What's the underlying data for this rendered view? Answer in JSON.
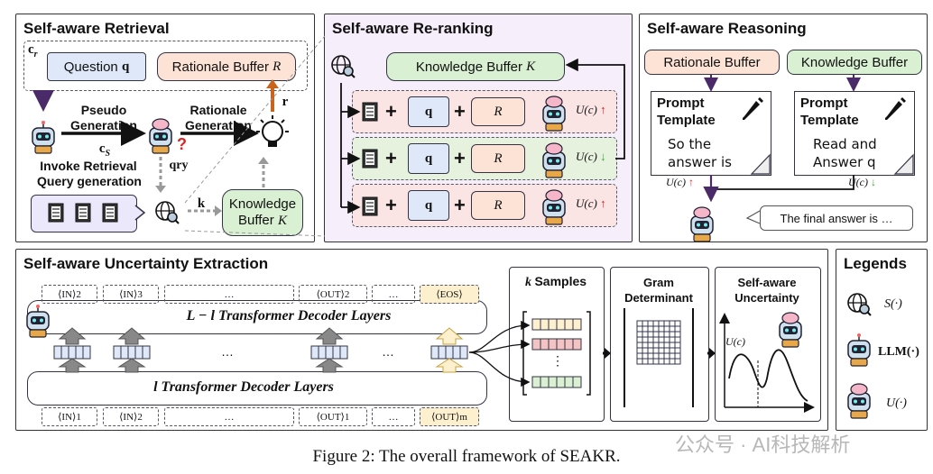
{
  "retrieval": {
    "title": "Self-aware Retrieval",
    "cr": "c",
    "cr_sub": "r",
    "question": "Question",
    "question_var": "q",
    "rationale_buffer": "Rationale Buffer",
    "rationale_var": "R",
    "pseudo_generation": "Pseudo\nGeneration",
    "cs": "c",
    "cs_sub": "S",
    "rationale_generation": "Rationale\nGeneration",
    "r_label": "r",
    "invoke_retrieval": "Invoke Retrieval",
    "query_generation": "Query generation",
    "qry": "qry",
    "k_label": "k",
    "question_mark": "?",
    "knowledge_buffer": "Knowledge\nBuffer",
    "knowledge_var": "K"
  },
  "reranking": {
    "title": "Self-aware Re-ranking",
    "knowledge_buffer": "Knowledge Buffer",
    "knowledge_var": "K",
    "plus": "+",
    "q": "q",
    "r": "R",
    "rows": [
      {
        "u": "U(c)",
        "dir": "↑"
      },
      {
        "u": "U(c)",
        "dir": "↓"
      },
      {
        "u": "U(c)",
        "dir": "↑"
      }
    ]
  },
  "reasoning": {
    "title": "Self-aware Reasoning",
    "rationale_buffer": "Rationale Buffer",
    "knowledge_buffer": "Knowledge Buffer",
    "prompt_template": "Prompt\nTemplate",
    "left_text": "So the\nanswer is",
    "right_text": "Read and\nAnswer q",
    "u_left": "U(c)",
    "u_left_dir": "↑",
    "u_right": "U(c)",
    "u_right_dir": "↓",
    "final_answer": "The final answer is …"
  },
  "extraction": {
    "title": "Self-aware Uncertainty Extraction",
    "top_tokens": [
      "⟨IN⟩2",
      "⟨IN⟩3",
      "…",
      "⟨OUT⟩2",
      "…",
      "⟨EOS⟩"
    ],
    "bottom_tokens": [
      "⟨IN⟩1",
      "⟨IN⟩2",
      "…",
      "⟨OUT⟩1",
      "…",
      "⟨OUT⟩m"
    ],
    "upper_layers": "L − l Transformer Decoder Layers",
    "lower_layers": "l Transformer Decoder Layers",
    "mid_dots": "…",
    "k_samples": "k Samples",
    "gram": "Gram\nDeterminant",
    "uncertainty": "Self-aware\nUncertainty",
    "uc_axis": "U(c)",
    "vdots": "⋮"
  },
  "legends": {
    "title": "Legends",
    "items": [
      "S(·)",
      "LLM(·)",
      "U(·)"
    ]
  },
  "watermark": "公众号 · AI科技解析",
  "caption": "Figure 2: The overall framework of SEAKR."
}
